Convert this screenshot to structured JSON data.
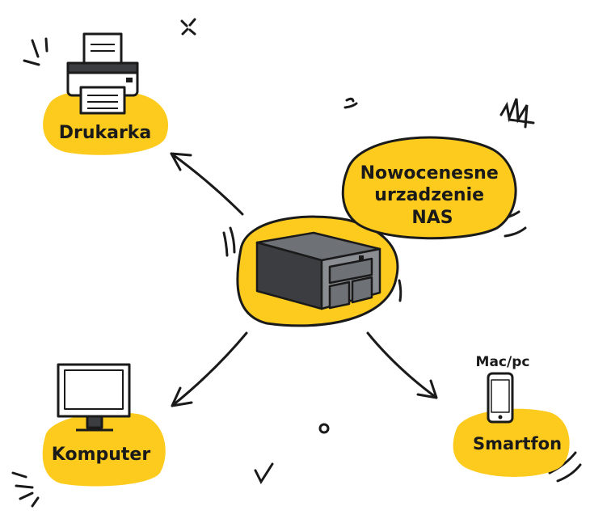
{
  "diagram": {
    "center": {
      "label": "Nowocenesne\nurzadzenie\nNAS",
      "icon": "nas-server-icon"
    },
    "nodes": [
      {
        "id": "printer",
        "label": "Drukarka",
        "icon": "printer-icon"
      },
      {
        "id": "computer",
        "label": "Komputer",
        "icon": "monitor-icon"
      },
      {
        "id": "phone",
        "label": "Smartfon",
        "sublabel": "Mac/pc",
        "icon": "smartphone-icon"
      }
    ]
  },
  "colors": {
    "highlight": "#FCCB1E",
    "ink": "#1a1a1a",
    "device_gray": "#8a8d91",
    "device_dark": "#3b3d40"
  }
}
